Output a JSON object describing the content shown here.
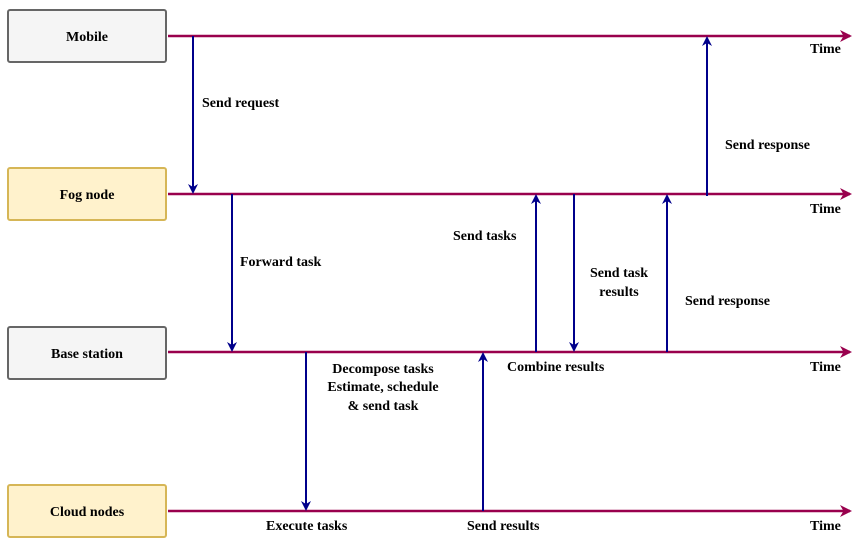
{
  "colors": {
    "timeline": "#99004d",
    "message": "#00008b",
    "gray_fill": "#f5f5f5",
    "gray_stroke": "#666666",
    "yellow_fill": "#fff2cc",
    "yellow_stroke": "#d6b656"
  },
  "lanes": {
    "mobile": {
      "label": "Mobile",
      "time": "Time"
    },
    "fog": {
      "label": "Fog node",
      "time": "Time"
    },
    "base": {
      "label": "Base station",
      "time": "Time"
    },
    "cloud": {
      "label": "Cloud nodes",
      "time": "Time"
    }
  },
  "messages": {
    "send_request": "Send request",
    "send_response_top": "Send response",
    "forward_task": "Forward task",
    "send_tasks": "Send tasks",
    "send_task_results": [
      "Send task",
      "results"
    ],
    "send_response_mid": "Send response",
    "decompose": [
      "Decompose tasks",
      "Estimate, schedule",
      "& send task"
    ],
    "combine_results": "Combine results",
    "execute_tasks": "Execute tasks",
    "send_results": "Send results"
  }
}
